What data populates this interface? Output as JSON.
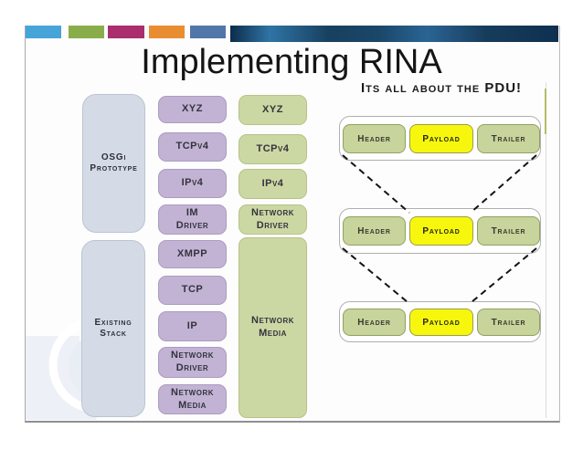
{
  "slide": {
    "title": "Implementing RINA"
  },
  "topbar": {
    "segment_colors": [
      "#47a4d9",
      "#8aad4b",
      "#aa2d6e",
      "#e98d33",
      "#5276a8"
    ],
    "main_bar_color": "#16395c"
  },
  "left_column": {
    "boxes": [
      {
        "label": "OSGi\nPrototype"
      },
      {
        "label": "Existing\nStack"
      }
    ]
  },
  "purple_stack": {
    "color": "#c2b3d4",
    "boxes": [
      {
        "label": "XYZ"
      },
      {
        "label": "TCPv4"
      },
      {
        "label": "IPv4"
      },
      {
        "label": "IM\nDriver"
      },
      {
        "label": "XMPP"
      },
      {
        "label": "TCP"
      },
      {
        "label": "IP"
      },
      {
        "label": "Network\nDriver"
      },
      {
        "label": "Network\nMedia"
      }
    ]
  },
  "green_stack": {
    "color": "#ccd8a3",
    "boxes": [
      {
        "label": "XYZ"
      },
      {
        "label": "TCPv4"
      },
      {
        "label": "IPv4"
      },
      {
        "label": "Network\nDriver"
      },
      {
        "label": "Network\nMedia"
      }
    ]
  },
  "pdu": {
    "heading": "Its all about the PDU!",
    "payload_color": "#f7f70d",
    "green_color": "#c7d49c",
    "rows": [
      {
        "cells": [
          "Header",
          "Payload",
          "Trailer"
        ]
      },
      {
        "cells": [
          "Header",
          "Payload",
          "Trailer"
        ]
      },
      {
        "cells": [
          "Header",
          "Payload",
          "Trailer"
        ]
      }
    ]
  }
}
